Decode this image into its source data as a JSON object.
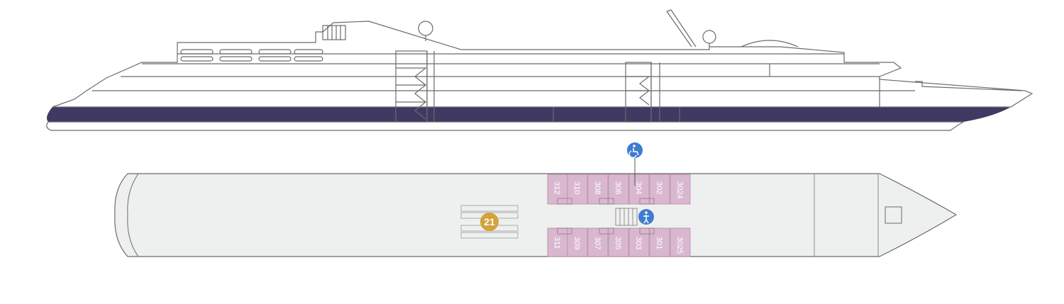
{
  "colors": {
    "hull_band": "#3e3a63",
    "deck_fill": "#eef0ef",
    "outline": "#6b6b6b",
    "cabin_fill": "#d9b8cf",
    "cabin_stroke": "#b48aa7",
    "amenity_badge": "#d4a23a",
    "access_icon": "#3f7ccf"
  },
  "deck_plan": {
    "cabins_top": [
      "312",
      "310",
      "308",
      "306",
      "304",
      "302",
      "3024"
    ],
    "cabins_bottom": [
      "311",
      "309",
      "307",
      "305",
      "303",
      "301",
      "3025"
    ],
    "amenity_number": "21",
    "icons": [
      "wheelchair-icon",
      "elevator-person-icon"
    ]
  }
}
